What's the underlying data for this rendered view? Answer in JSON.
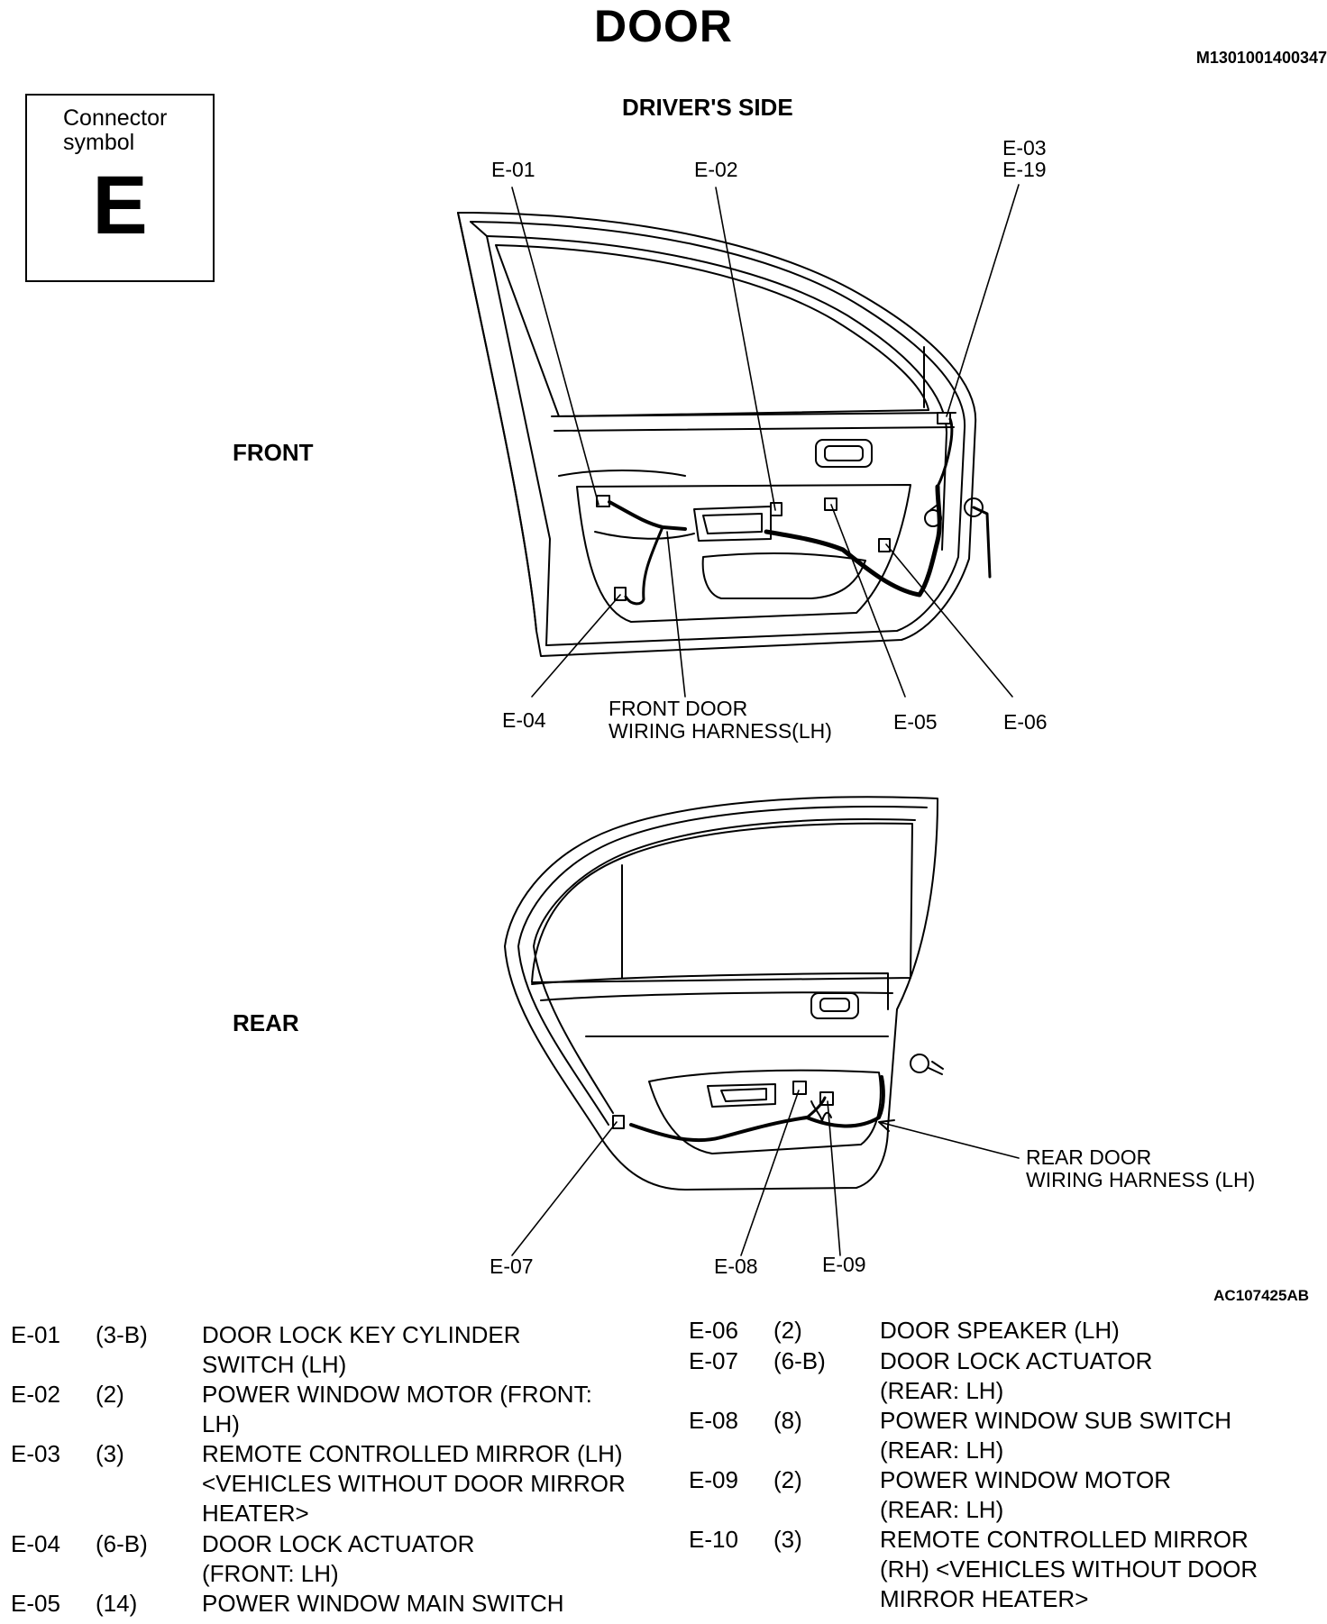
{
  "title": "DOOR",
  "doc_code": "M1301001400347",
  "figure_code": "AC107425AB",
  "connector_symbol": {
    "label": "Connector symbol",
    "letter": "E"
  },
  "side": "DRIVER'S SIDE",
  "sections": {
    "front": "FRONT",
    "rear": "REAR"
  },
  "front_callouts": [
    "E-01",
    "E-02",
    "E-03",
    "E-19",
    "E-04",
    "E-05",
    "E-06"
  ],
  "front_harness": [
    "FRONT DOOR",
    "WIRING HARNESS(LH)"
  ],
  "rear_callouts": [
    "E-07",
    "E-08",
    "E-09"
  ],
  "rear_harness": [
    "REAR DOOR",
    "WIRING HARNESS (LH)"
  ],
  "connectors_left": [
    {
      "id": "E-01",
      "pins": "(3-B)",
      "desc": "DOOR LOCK KEY CYLINDER SWITCH (LH)"
    },
    {
      "id": "E-02",
      "pins": "(2)",
      "desc": "POWER WINDOW MOTOR (FRONT: LH)"
    },
    {
      "id": "E-03",
      "pins": "(3)",
      "desc": "REMOTE CONTROLLED MIRROR (LH) <VEHICLES WITHOUT DOOR MIRROR HEATER>"
    },
    {
      "id": "E-04",
      "pins": "(6-B)",
      "desc": "DOOR LOCK ACTUATOR (FRONT: LH)"
    },
    {
      "id": "E-05",
      "pins": "(14)",
      "desc": "POWER WINDOW MAIN SWITCH"
    }
  ],
  "connectors_right": [
    {
      "id": "E-06",
      "pins": "(2)",
      "desc": "DOOR SPEAKER (LH)"
    },
    {
      "id": "E-07",
      "pins": "(6-B)",
      "desc": "DOOR LOCK ACTUATOR (REAR: LH)"
    },
    {
      "id": "E-08",
      "pins": "(8)",
      "desc": "POWER WINDOW SUB SWITCH (REAR: LH)"
    },
    {
      "id": "E-09",
      "pins": "(2)",
      "desc": "POWER WINDOW MOTOR (REAR: LH)"
    },
    {
      "id": "E-10",
      "pins": "(3)",
      "desc": "REMOTE CONTROLLED MIRROR (RH) <VEHICLES WITHOUT DOOR MIRROR HEATER>"
    }
  ]
}
